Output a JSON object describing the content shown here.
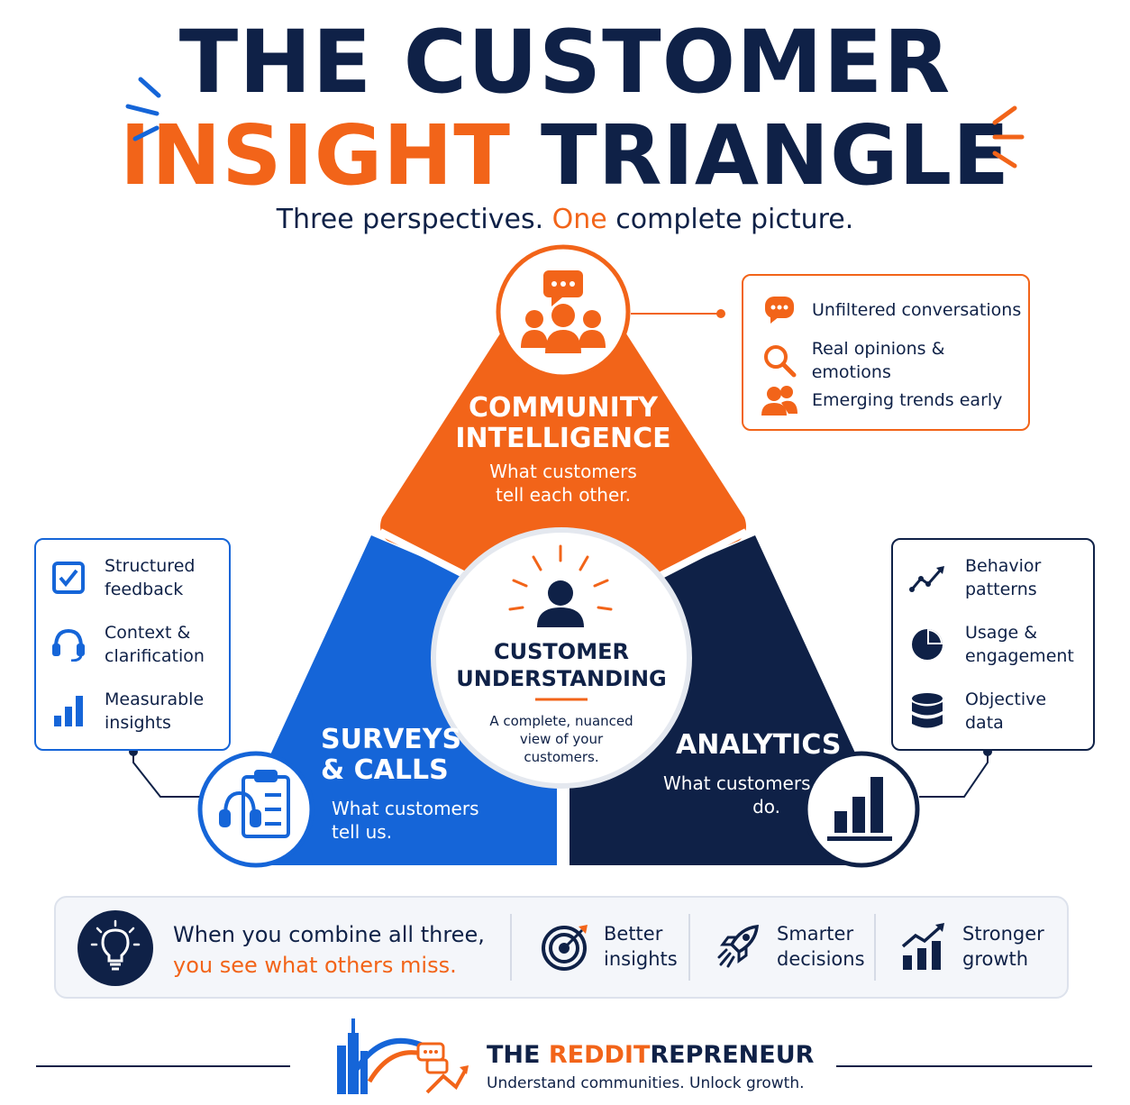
{
  "title": {
    "line1": "THE CUSTOMER",
    "line2_highlight": "INSIGHT",
    "line2_rest": "TRIANGLE"
  },
  "subtitle": {
    "before": "Three perspectives. ",
    "highlight": "One",
    "after": " complete picture."
  },
  "community": {
    "heading_line1": "COMMUNITY",
    "heading_line2": "INTELLIGENCE",
    "desc_line1": "What customers",
    "desc_line2": "tell each other.",
    "callout": [
      "Unfiltered conversations",
      "Real opinions & emotions",
      "Emerging trends early"
    ]
  },
  "surveys": {
    "heading_line1": "SURVEYS",
    "heading_line2": "& CALLS",
    "desc_line1": "What customers",
    "desc_line2": "tell us.",
    "callout": [
      {
        "line1": "Structured",
        "line2": "feedback"
      },
      {
        "line1": "Context &",
        "line2": "clarification"
      },
      {
        "line1": "Measurable",
        "line2": "insights"
      }
    ]
  },
  "analytics": {
    "heading": "ANALYTICS",
    "desc_line1": "What customers",
    "desc_line2": "do.",
    "callout": [
      {
        "line1": "Behavior",
        "line2": "patterns"
      },
      {
        "line1": "Usage &",
        "line2": "engagement"
      },
      {
        "line1": "Objective",
        "line2": "data"
      }
    ]
  },
  "center": {
    "heading_line1": "CUSTOMER",
    "heading_line2": "UNDERSTANDING",
    "desc_line1": "A complete, nuanced",
    "desc_line2": "view of your",
    "desc_line3": "customers."
  },
  "bottom": {
    "line1": "When you combine all three,",
    "line2": "you see what others miss.",
    "benefits": [
      {
        "icon": "target-icon",
        "line1": "Better",
        "line2": "insights"
      },
      {
        "icon": "rocket-icon",
        "line1": "Smarter",
        "line2": "decisions"
      },
      {
        "icon": "growth-chart-icon",
        "line1": "Stronger",
        "line2": "growth"
      }
    ]
  },
  "footer": {
    "brand_the": "THE ",
    "brand_reddit": "REDDIT",
    "brand_rest": "REPRENEUR",
    "tagline": "Understand communities. Unlock growth."
  },
  "colors": {
    "navy": "#0f2147",
    "orange": "#f26419",
    "blue": "#1565d8",
    "light_bg": "#f4f6fa"
  }
}
